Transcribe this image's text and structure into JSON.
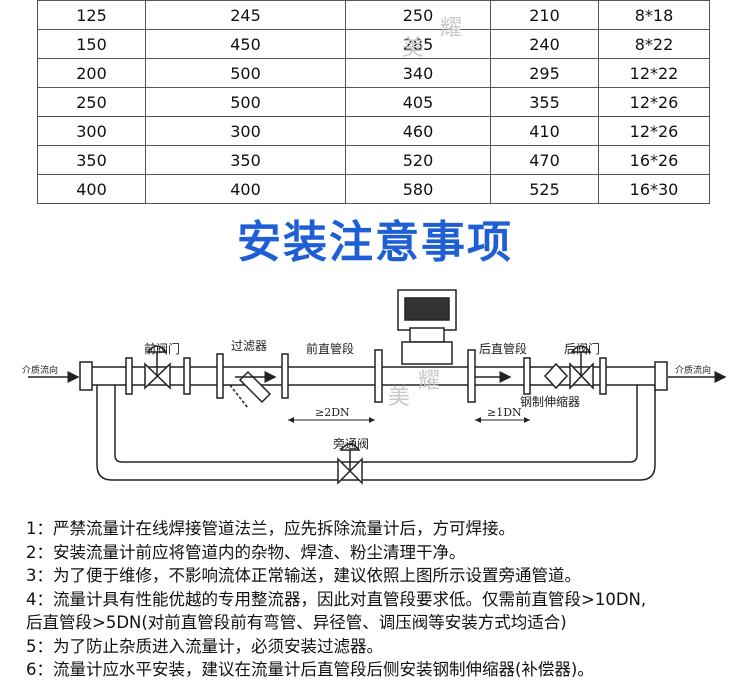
{
  "table": {
    "rows": [
      [
        "125",
        "245",
        "250",
        "210",
        "8*18"
      ],
      [
        "150",
        "450",
        "285",
        "240",
        "8*22"
      ],
      [
        "200",
        "500",
        "340",
        "295",
        "12*22"
      ],
      [
        "250",
        "500",
        "405",
        "355",
        "12*26"
      ],
      [
        "300",
        "300",
        "460",
        "410",
        "12*26"
      ],
      [
        "350",
        "350",
        "520",
        "470",
        "16*26"
      ],
      [
        "400",
        "400",
        "580",
        "525",
        "16*30"
      ]
    ]
  },
  "heading": "安装注意事项",
  "watermark": [
    "美",
    "耀"
  ],
  "diagram": {
    "medium_in": "介质流向",
    "medium_out": "介质流向",
    "front_valve": "前阀门",
    "filter": "过滤器",
    "front_straight": "前直管段",
    "rear_straight": "后直管段",
    "rear_valve": "后阀门",
    "compensator": "钢制伸缩器",
    "dim_front": "≥2DN",
    "dim_rear": "≥1DN",
    "bypass_valve": "旁通阀"
  },
  "notes": [
    "1：严禁流量计在线焊接管道法兰，应先拆除流量计后，方可焊接。",
    "2：安装流量计前应将管道内的杂物、焊渣、粉尘清理干净。",
    "3：为了便于维修，不影响流体正常输送，建议依照上图所示设置旁通管道。",
    "4：流量计具有性能优越的专用整流器，因此对直管段要求低。仅需前直管段>10DN,",
    "后直管段>5DN(对前直管段前有弯管、异径管、调压阀等安装方式均适合)",
    "5：为了防止杂质进入流量计，必须安装过滤器。",
    "6：流量计应水平安装，建议在流量计后直管段后侧安装钢制伸缩器(补偿器)。"
  ]
}
